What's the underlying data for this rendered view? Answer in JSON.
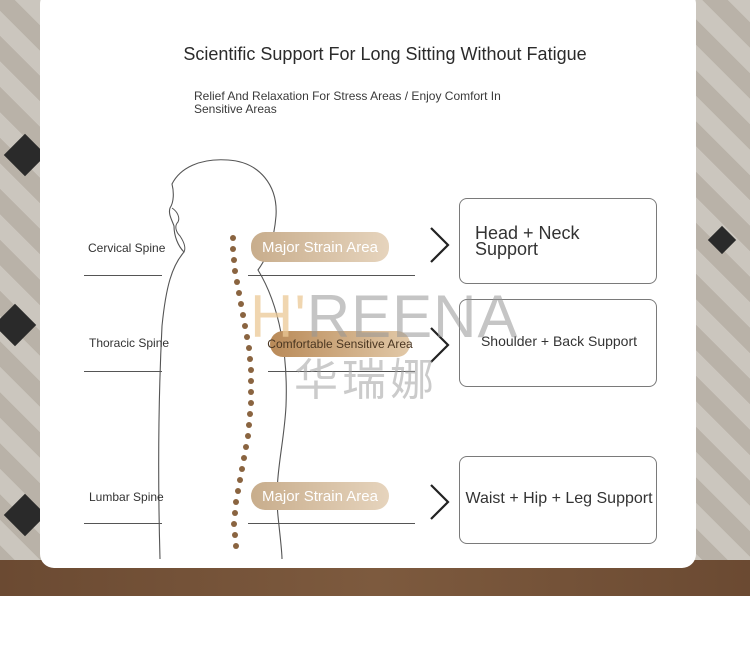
{
  "title": "Scientific Support For Long Sitting Without Fatigue",
  "subtitle": "Relief And Relaxation For Stress Areas / Enjoy Comfort In Sensitive Areas",
  "watermark": {
    "latin_accent": "H'",
    "latin_rest": "REENA",
    "cn": "华瑞娜"
  },
  "rows": [
    {
      "spine": "Cervical Spine",
      "pill": "Major Strain Area",
      "card": "Head + Neck Support"
    },
    {
      "spine": "Thoracic Spine",
      "pill": "Comfortable Sensitive Area",
      "card": "Shoulder + Back Support"
    },
    {
      "spine": "Lumbar Spine",
      "pill": "Major Strain Area",
      "card": "Waist + Hip + Leg Support"
    }
  ],
  "colors": {
    "pill": "#c8ad8c",
    "pill_dark": "#b98a58",
    "spine_dots": "#8a6440",
    "card_border": "#7a7a7a"
  },
  "icons": [
    "chevron-right-icon",
    "body-silhouette-icon",
    "spine-dots-icon"
  ]
}
